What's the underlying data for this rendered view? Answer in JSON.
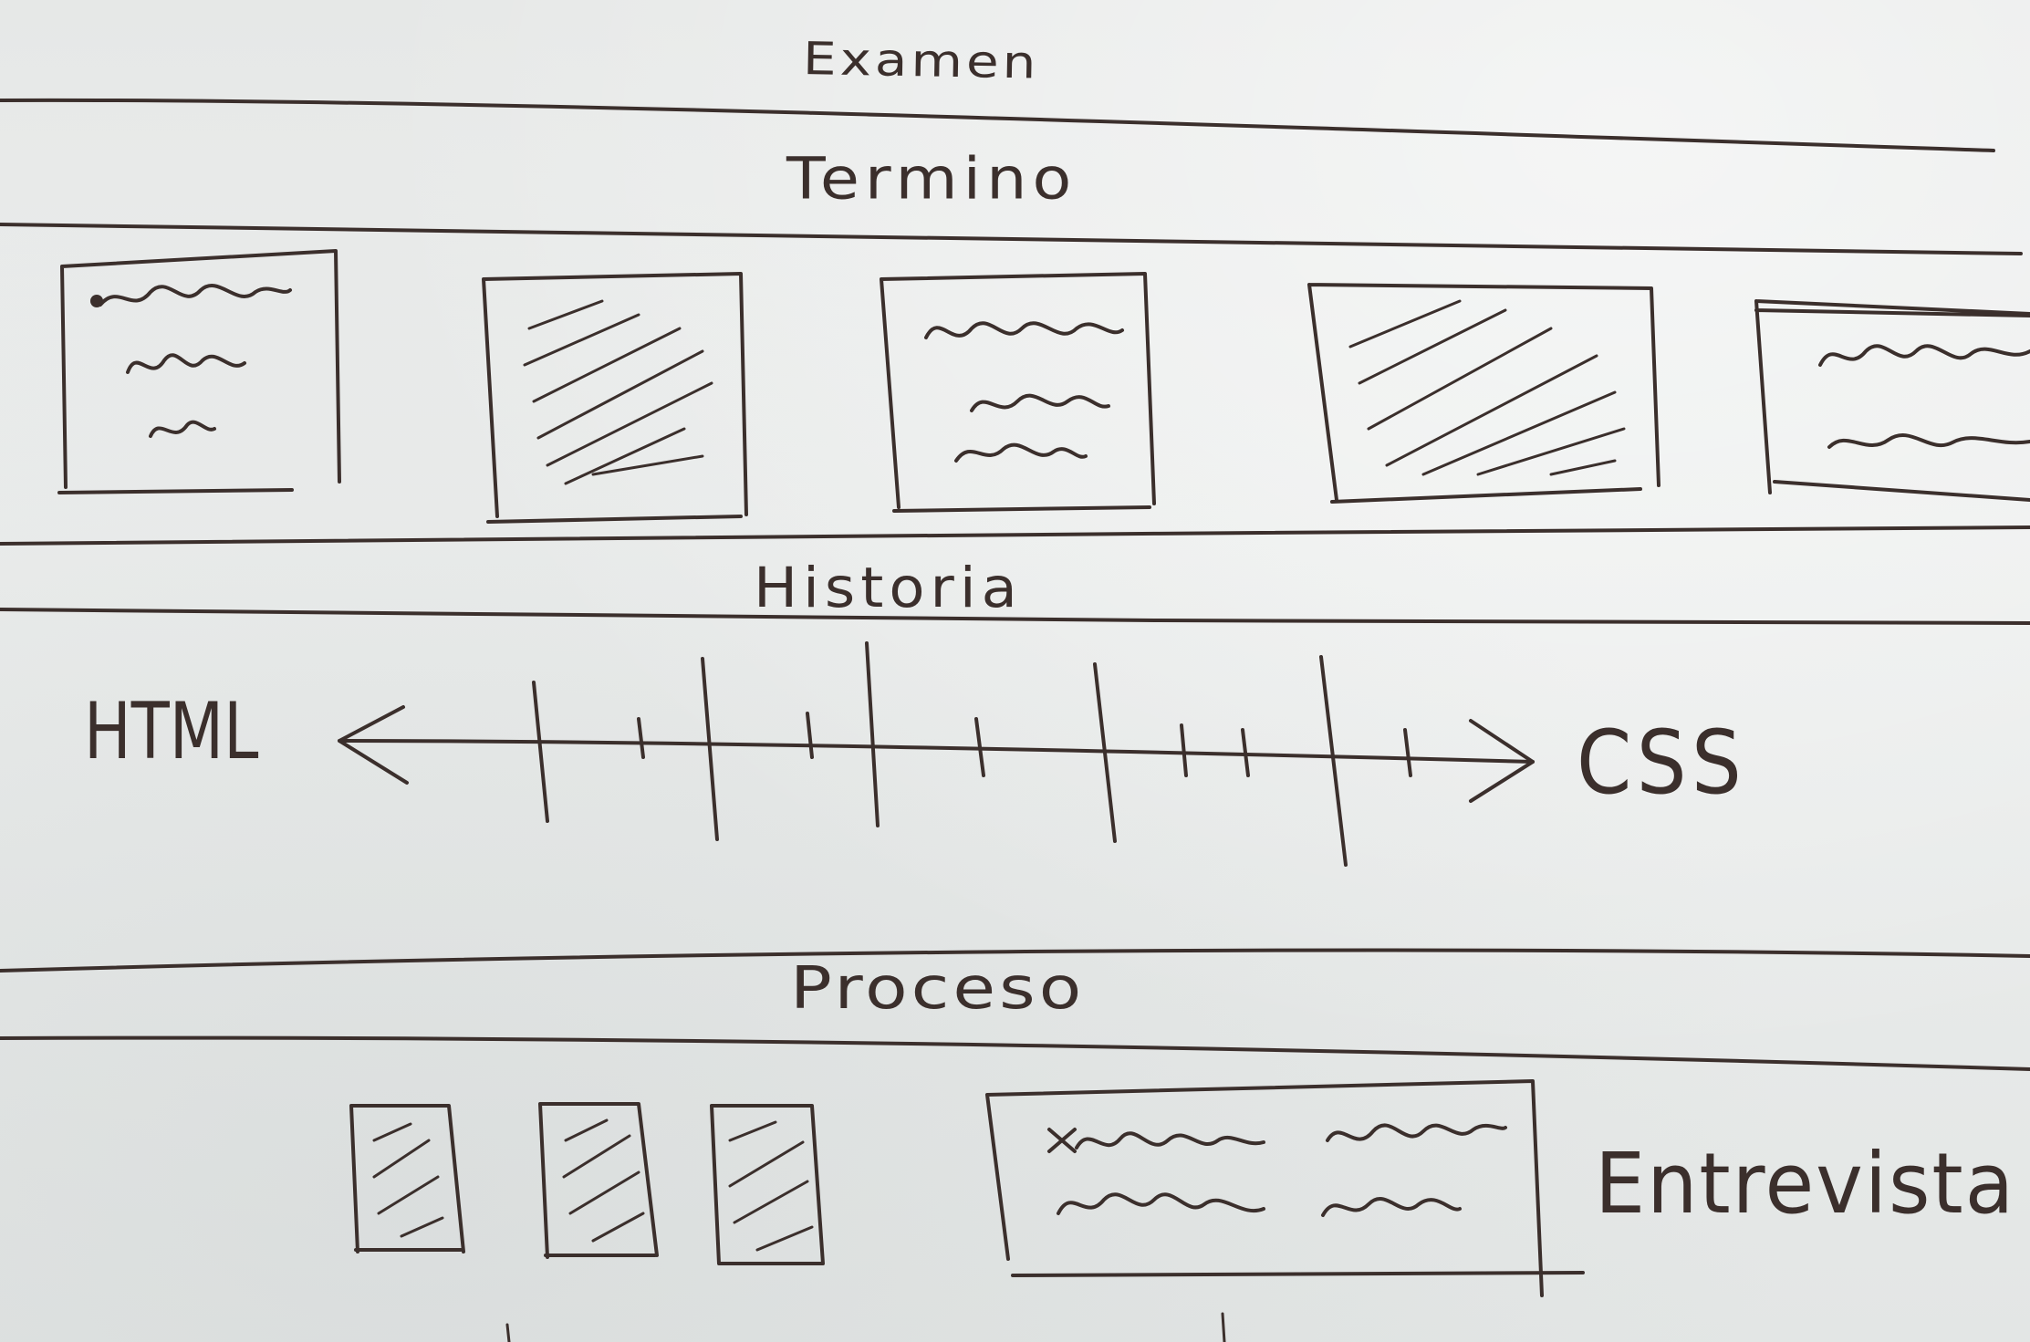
{
  "sketch": {
    "title": "Examen",
    "sections": {
      "termino": {
        "heading": "Termino"
      },
      "historia": {
        "heading": "Historia",
        "timeline_start_label": "HTML",
        "timeline_end_label": "CSS"
      },
      "proceso": {
        "heading": "Proceso",
        "side_label": "Entrevista"
      }
    },
    "card_types": [
      "text-card",
      "image-card",
      "text-card",
      "image-card",
      "text-card"
    ],
    "ink_color": "#3b2f2c",
    "paper_color": "#e9ebea"
  }
}
